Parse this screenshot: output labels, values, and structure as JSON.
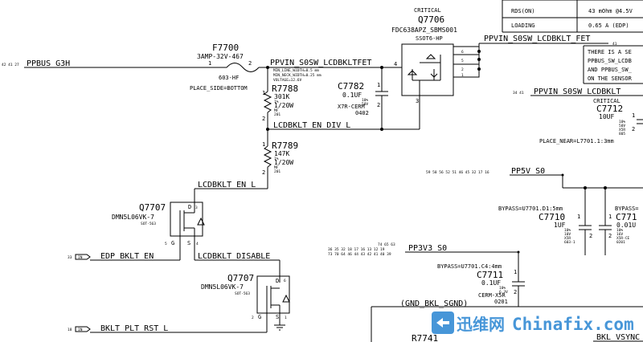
{
  "nets": {
    "ppbus_g3h": "PPBUS_G3H",
    "ppvin_s0sw_lcdbklt_fet_left": "PPVIN_S0SW_LCDBKLTFET",
    "ppvin_s0sw_lcdbklt_fet_top": "PPVIN_S0SW_LCDBKLT_FET",
    "ppvin_s0sw_lcdbklt_right": "PPVIN_S0SW_LCDBKLT",
    "lcdbklt_en_div_l": "LCDBKLT_EN_DIV_L",
    "lcdbklt_en_l": "LCDBKLT_EN_L",
    "lcdbklt_disable": "LCDBKLT_DISABLE",
    "edp_bklt_en": "EDP_BKLT_EN",
    "bklt_plt_rst_l": "BKLT_PLT_RST_L",
    "pp5v_s0": "PP5V_S0",
    "pp3v3_s0": "PP3V3_S0",
    "gnd_bkl_sgnd": "(GND_BKL_SGND)",
    "bkl_vsync": "BKL_VSYNC"
  },
  "page_refs": {
    "ppbus": "42 41 27",
    "ppvin_right": "34 41",
    "pp5v": "59 58 56 52 51 46 45 32 17 16",
    "pp3v3_row1": "74 65 63",
    "pp3v3_row2": "36 35 32 18 17 16 13 12 19",
    "pp3v3_row3": "73 70 64 46 44 43 42 41 40 39",
    "ppvin_top": "41"
  },
  "port_flag": "IN",
  "parts": {
    "f7700": {
      "ref": "F7700",
      "value": "3AMP-32V-467",
      "package": "603-HF",
      "note": "PLACE_SIDE=BOTTOM",
      "pin1": "1",
      "pin2": "2"
    },
    "q7706": {
      "critical": "CRITICAL",
      "ref": "Q7706",
      "value": "FDC638APZ_SBMS001",
      "package": "SSOT6-HP",
      "pins": [
        "6",
        "5",
        "2",
        "1",
        "4",
        "3"
      ]
    },
    "r7788": {
      "ref": "R7788",
      "value": "301K",
      "tol": "1%",
      "power": "1/20W",
      "type": "MF",
      "size": "201",
      "pin1": "1",
      "pin2": "2"
    },
    "r7789": {
      "ref": "R7789",
      "value": "147K",
      "tol": "1%",
      "power": "1/20W",
      "type": "MF",
      "size": "201",
      "pin1": "1",
      "pin2": "2"
    },
    "c7782": {
      "ref": "C7782",
      "value": "0.1UF",
      "tol": "10%",
      "volt": "50V",
      "diel": "X7R-CERM",
      "size": "0402",
      "pin1": "1",
      "pin2": "2"
    },
    "q7707a": {
      "ref": "Q7707",
      "value": "DMN5L06VK-7",
      "package": "SOT-563",
      "pins": {
        "d": "D",
        "g": "G",
        "s": "S",
        "n_d": "3",
        "n_g": "5",
        "n_s": "4"
      }
    },
    "q7707b": {
      "ref": "Q7707",
      "value": "DMN5L06VK-7",
      "package": "SOT-563",
      "pins": {
        "d": "D",
        "g": "G",
        "s": "S",
        "n_d": "6",
        "n_g": "2",
        "n_s": "1"
      }
    },
    "c7712": {
      "critical": "CRITICAL",
      "ref": "C7712",
      "value": "10UF",
      "tol": "10%",
      "volt": "50V",
      "diel": "X5R",
      "size": "805",
      "pin1": "1",
      "pin2": "2",
      "note": "PLACE_NEAR=L7701.1:3mm"
    },
    "c7710": {
      "ref": "C7710",
      "value": "1UF",
      "tol": "10%",
      "volt": "10V",
      "diel": "X5R",
      "size": "603-1",
      "pin1": "1",
      "pin2": "2",
      "note": "BYPASS=U7701.D1:5mm"
    },
    "c7713": {
      "ref": "C771",
      "value": "0.01U",
      "tol": "10%",
      "volt": "16V",
      "diel": "X5R-CE",
      "size": "0201",
      "pin1": "1",
      "pin2": "2",
      "note": "BYPASS="
    },
    "c7711": {
      "ref": "C7711",
      "value": "0.1UF",
      "tol": "10%",
      "volt": "6.3V",
      "diel": "CERM-X5R",
      "size": "0201",
      "pin1": "1",
      "pin2": "2",
      "note": "BYPASS=U7701.C4:4mm"
    },
    "r7741": {
      "ref": "R7741"
    }
  },
  "trace_notes": {
    "line1": "MIN_LINE_WIDTH=0.5 mm",
    "line2": "MIN_NECK_WIDTH=0.25 mm",
    "line3": "VOLTAGE=12.6V"
  },
  "spec_table": {
    "rows": [
      {
        "label": "RDS(ON)",
        "value": "43 mOhm @4.5V"
      },
      {
        "label": "LOADING",
        "value": "0.65 A (EDP)"
      }
    ]
  },
  "side_note": {
    "lines": [
      "THERE IS A SE",
      "PPBUS_SW_LCDB",
      "AND PPBUS_SW_",
      "ON THE SENSOR"
    ]
  },
  "watermark": {
    "cn": "迅维网",
    "en": "Chinafix.com"
  }
}
